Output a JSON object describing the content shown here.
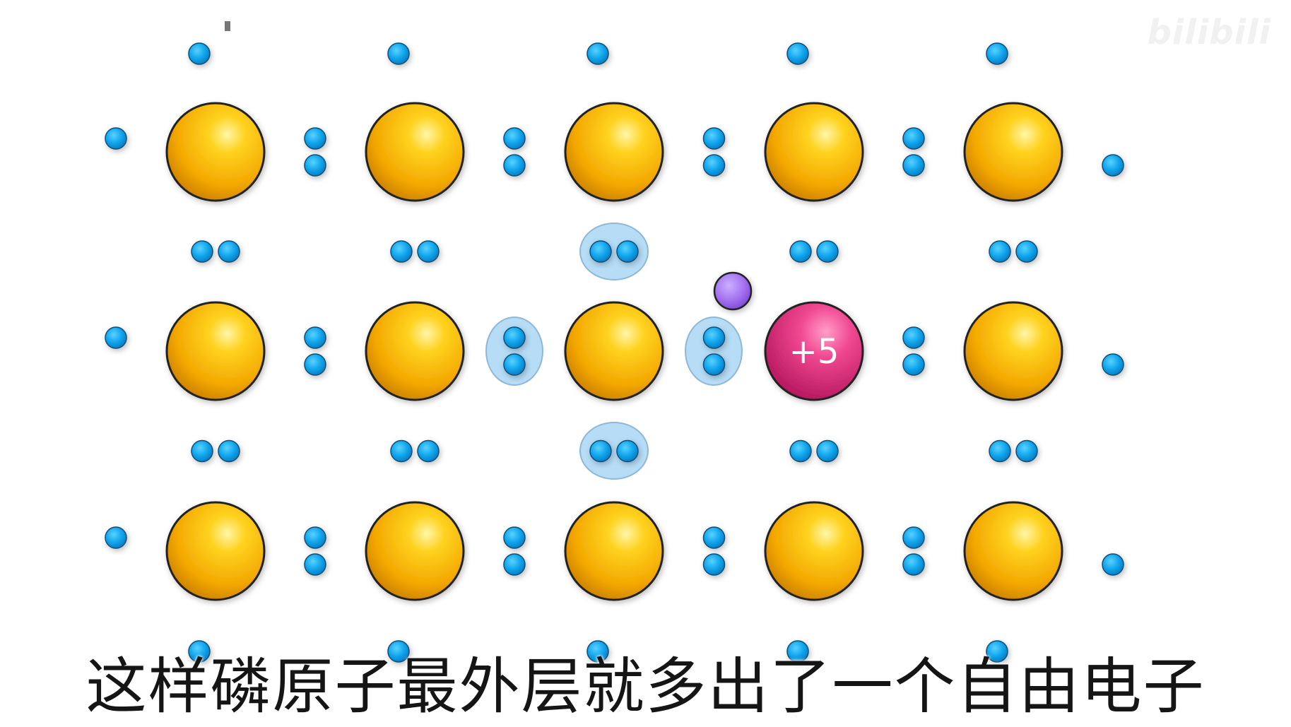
{
  "caption": "这样磷原子最外层就多出了一个自由电子",
  "watermark": "bilibili",
  "diagram": {
    "rows": 3,
    "cols": 5,
    "dopant": {
      "row": 1,
      "col": 3,
      "label": "+5"
    },
    "highlighted_bonds_around": {
      "row": 1,
      "col": 2
    },
    "free_electron": true,
    "colors": {
      "silicon_atom": "#f6b500",
      "dopant_atom": "#e8307e",
      "electron": "#0aa0ea",
      "bond_highlight": "#a9d6f5",
      "free_electron": "#a470f0",
      "atom_outline": "#222222"
    }
  }
}
